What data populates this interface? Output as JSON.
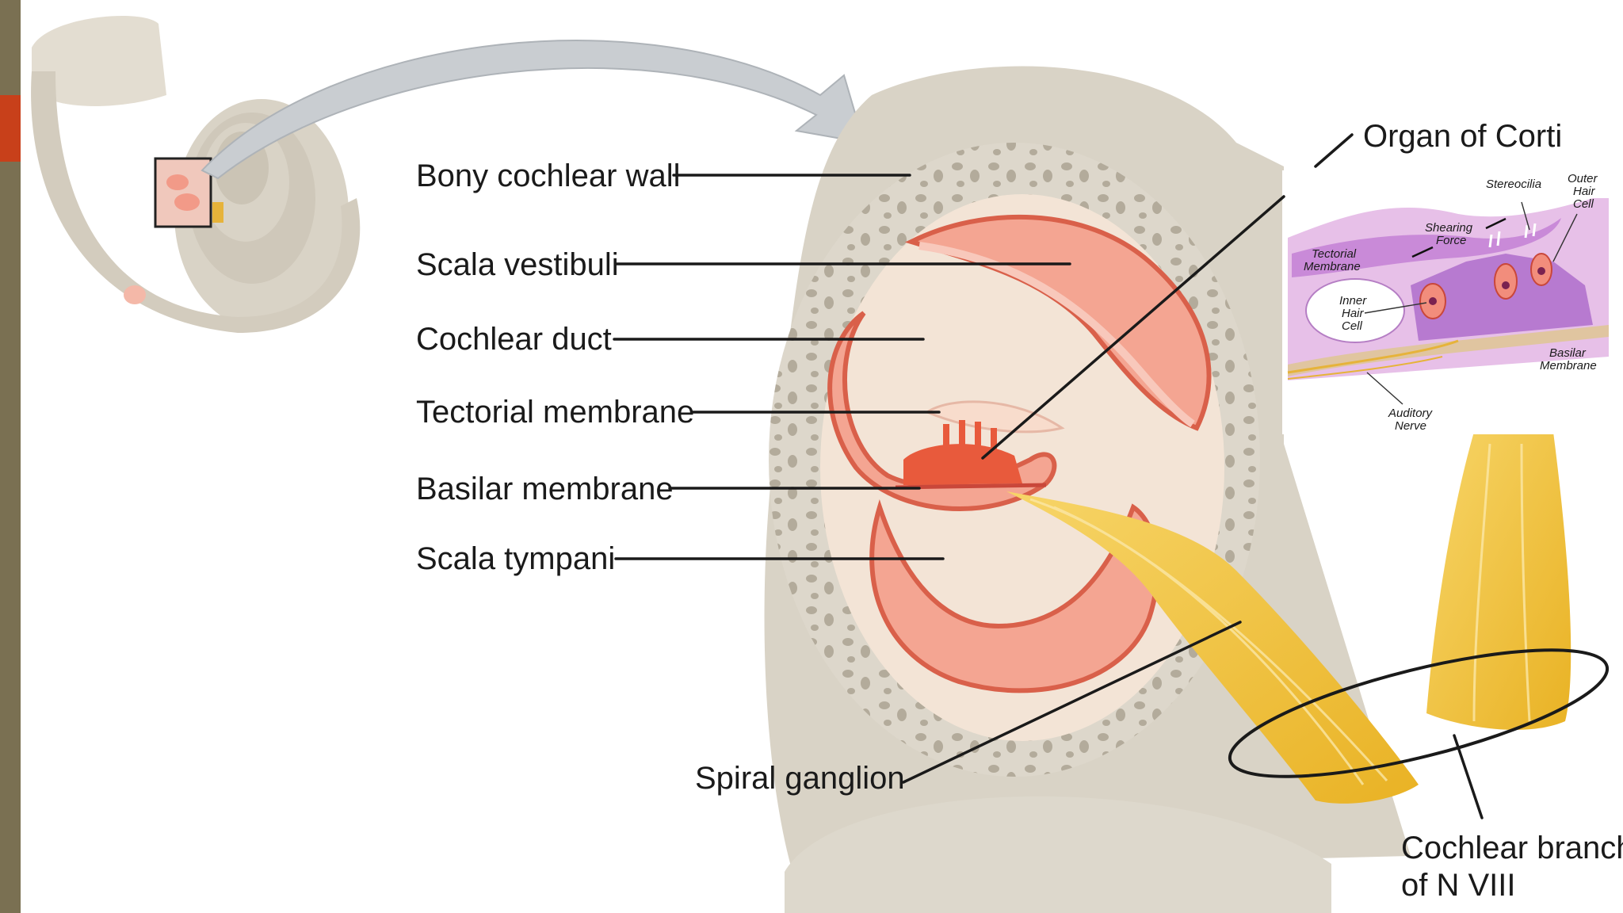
{
  "slide": {
    "side_bar_color": "#7a7052",
    "accent_color": "#c8401a"
  },
  "labels": {
    "bony_cochlear_wall": "Bony cochlear wall",
    "scala_vestibuli": "Scala vestibuli",
    "cochlear_duct": "Cochlear duct",
    "tectorial_membrane": "Tectorial membrane",
    "basilar_membrane": "Basilar membrane",
    "scala_tympani": "Scala tympani",
    "organ_of_corti": "Organ of Corti",
    "spiral_ganglion": "Spiral ganglion",
    "cochlear_branch_line1": "Cochlear branch",
    "cochlear_branch_line2": "of N VIII"
  },
  "inset": {
    "stereocilia": "Stereocilia",
    "outer_hair_cell_1": "Outer",
    "outer_hair_cell_2": "Hair",
    "outer_hair_cell_3": "Cell",
    "shearing_force_1": "Shearing",
    "shearing_force_2": "Force",
    "tectorial_membrane_1": "Tectorial",
    "tectorial_membrane_2": "Membrane",
    "inner_hair_cell_1": "Inner",
    "inner_hair_cell_2": "Hair",
    "inner_hair_cell_3": "Cell",
    "basilar_membrane_1": "Basilar",
    "basilar_membrane_2": "Membrane",
    "auditory_nerve_1": "Auditory",
    "auditory_nerve_2": "Nerve"
  },
  "colors": {
    "bone": "#d9d3c6",
    "bone_dark": "#c4bcac",
    "duct_pink": "#f0a08c",
    "duct_dark": "#d9604a",
    "nerve_yellow": "#f2c23a",
    "inset_purple": "#c98ad8"
  }
}
